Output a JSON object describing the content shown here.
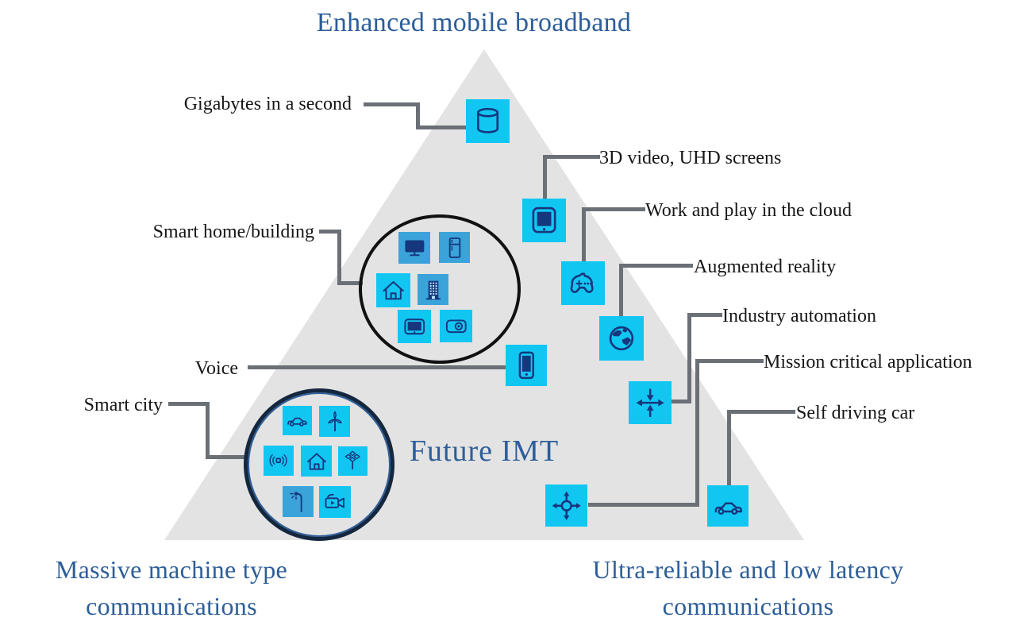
{
  "diagram_title": "Enhanced mobile broadband",
  "center_label": "Future IMT",
  "corner_labels": {
    "bottom_left": [
      "Massive machine type",
      "communications"
    ],
    "bottom_right": [
      "Ultra-reliable and low latency",
      "communications"
    ]
  },
  "use_cases": [
    {
      "id": "gigabytes",
      "label": "Gigabytes in a second",
      "icon": "database-icon"
    },
    {
      "id": "video",
      "label": "3D video, UHD screens",
      "icon": "uhd-screen-icon"
    },
    {
      "id": "cloud",
      "label": "Work and play in the cloud",
      "icon": "game-controller-icon"
    },
    {
      "id": "ar",
      "label": "Augmented reality",
      "icon": "globe-icon"
    },
    {
      "id": "industry",
      "label": "Industry automation",
      "icon": "converging-arrows-icon"
    },
    {
      "id": "mission",
      "label": "Mission critical application",
      "icon": "compass-arrows-icon"
    },
    {
      "id": "selfdriving",
      "label": "Self driving car",
      "icon": "car-icon"
    },
    {
      "id": "voice",
      "label": "Voice",
      "icon": "smartphone-icon"
    },
    {
      "id": "smart_home",
      "label": "Smart home/building",
      "icons": [
        "monitor-icon",
        "fridge-icon",
        "house-icon",
        "building-icon",
        "tablet-icon",
        "camera-icon"
      ]
    },
    {
      "id": "smart_city",
      "label": "Smart city",
      "icons": [
        "car-icon",
        "wind-turbine-icon",
        "sensor-icon",
        "house-icon",
        "solar-panel-icon",
        "street-lamp-icon",
        "video-camera-icon"
      ]
    }
  ],
  "colors": {
    "tile_cyan": "#12c6f2",
    "tile_muted_blue": "#3aa4da",
    "icon_navy": "#16377d",
    "triangle_gray": "#e3e3e3",
    "connector_gray": "#6b7076",
    "heading_blue": "#2d5e99",
    "label_black": "#161616"
  }
}
